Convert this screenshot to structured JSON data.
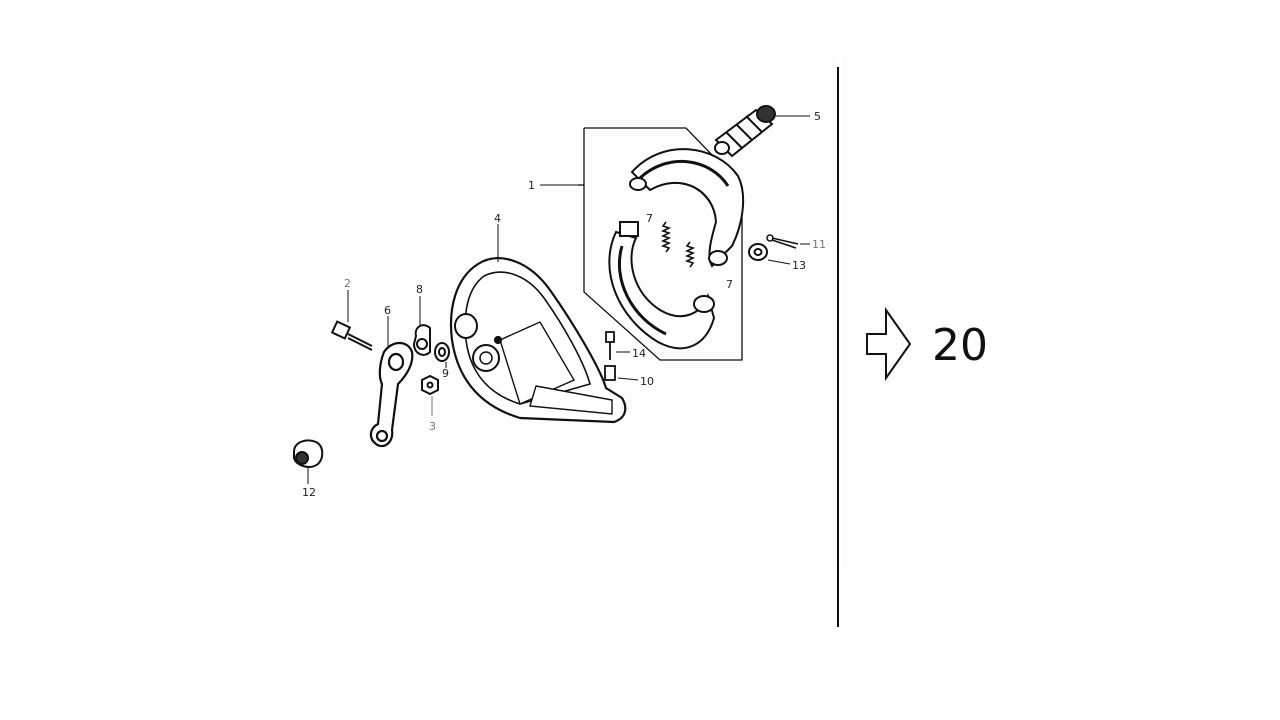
{
  "colors": {
    "ink": "#111111",
    "label_ink": "#222222",
    "faint_label_ink": "#777777",
    "panel_background": "#fdfdfd"
  },
  "diagram": {
    "part_labels": {
      "p1": "1",
      "p2": "2",
      "p3": "3",
      "p4": "4",
      "p5": "5",
      "p6": "6",
      "p7a": "7",
      "p7b": "7",
      "p8": "8",
      "p9": "9",
      "p10": "10",
      "p11": "11",
      "p12": "12",
      "p13": "13",
      "p14": "14"
    }
  },
  "navigation": {
    "next_arrow_icon": "right-arrow-outline-icon",
    "page_number": "20"
  }
}
